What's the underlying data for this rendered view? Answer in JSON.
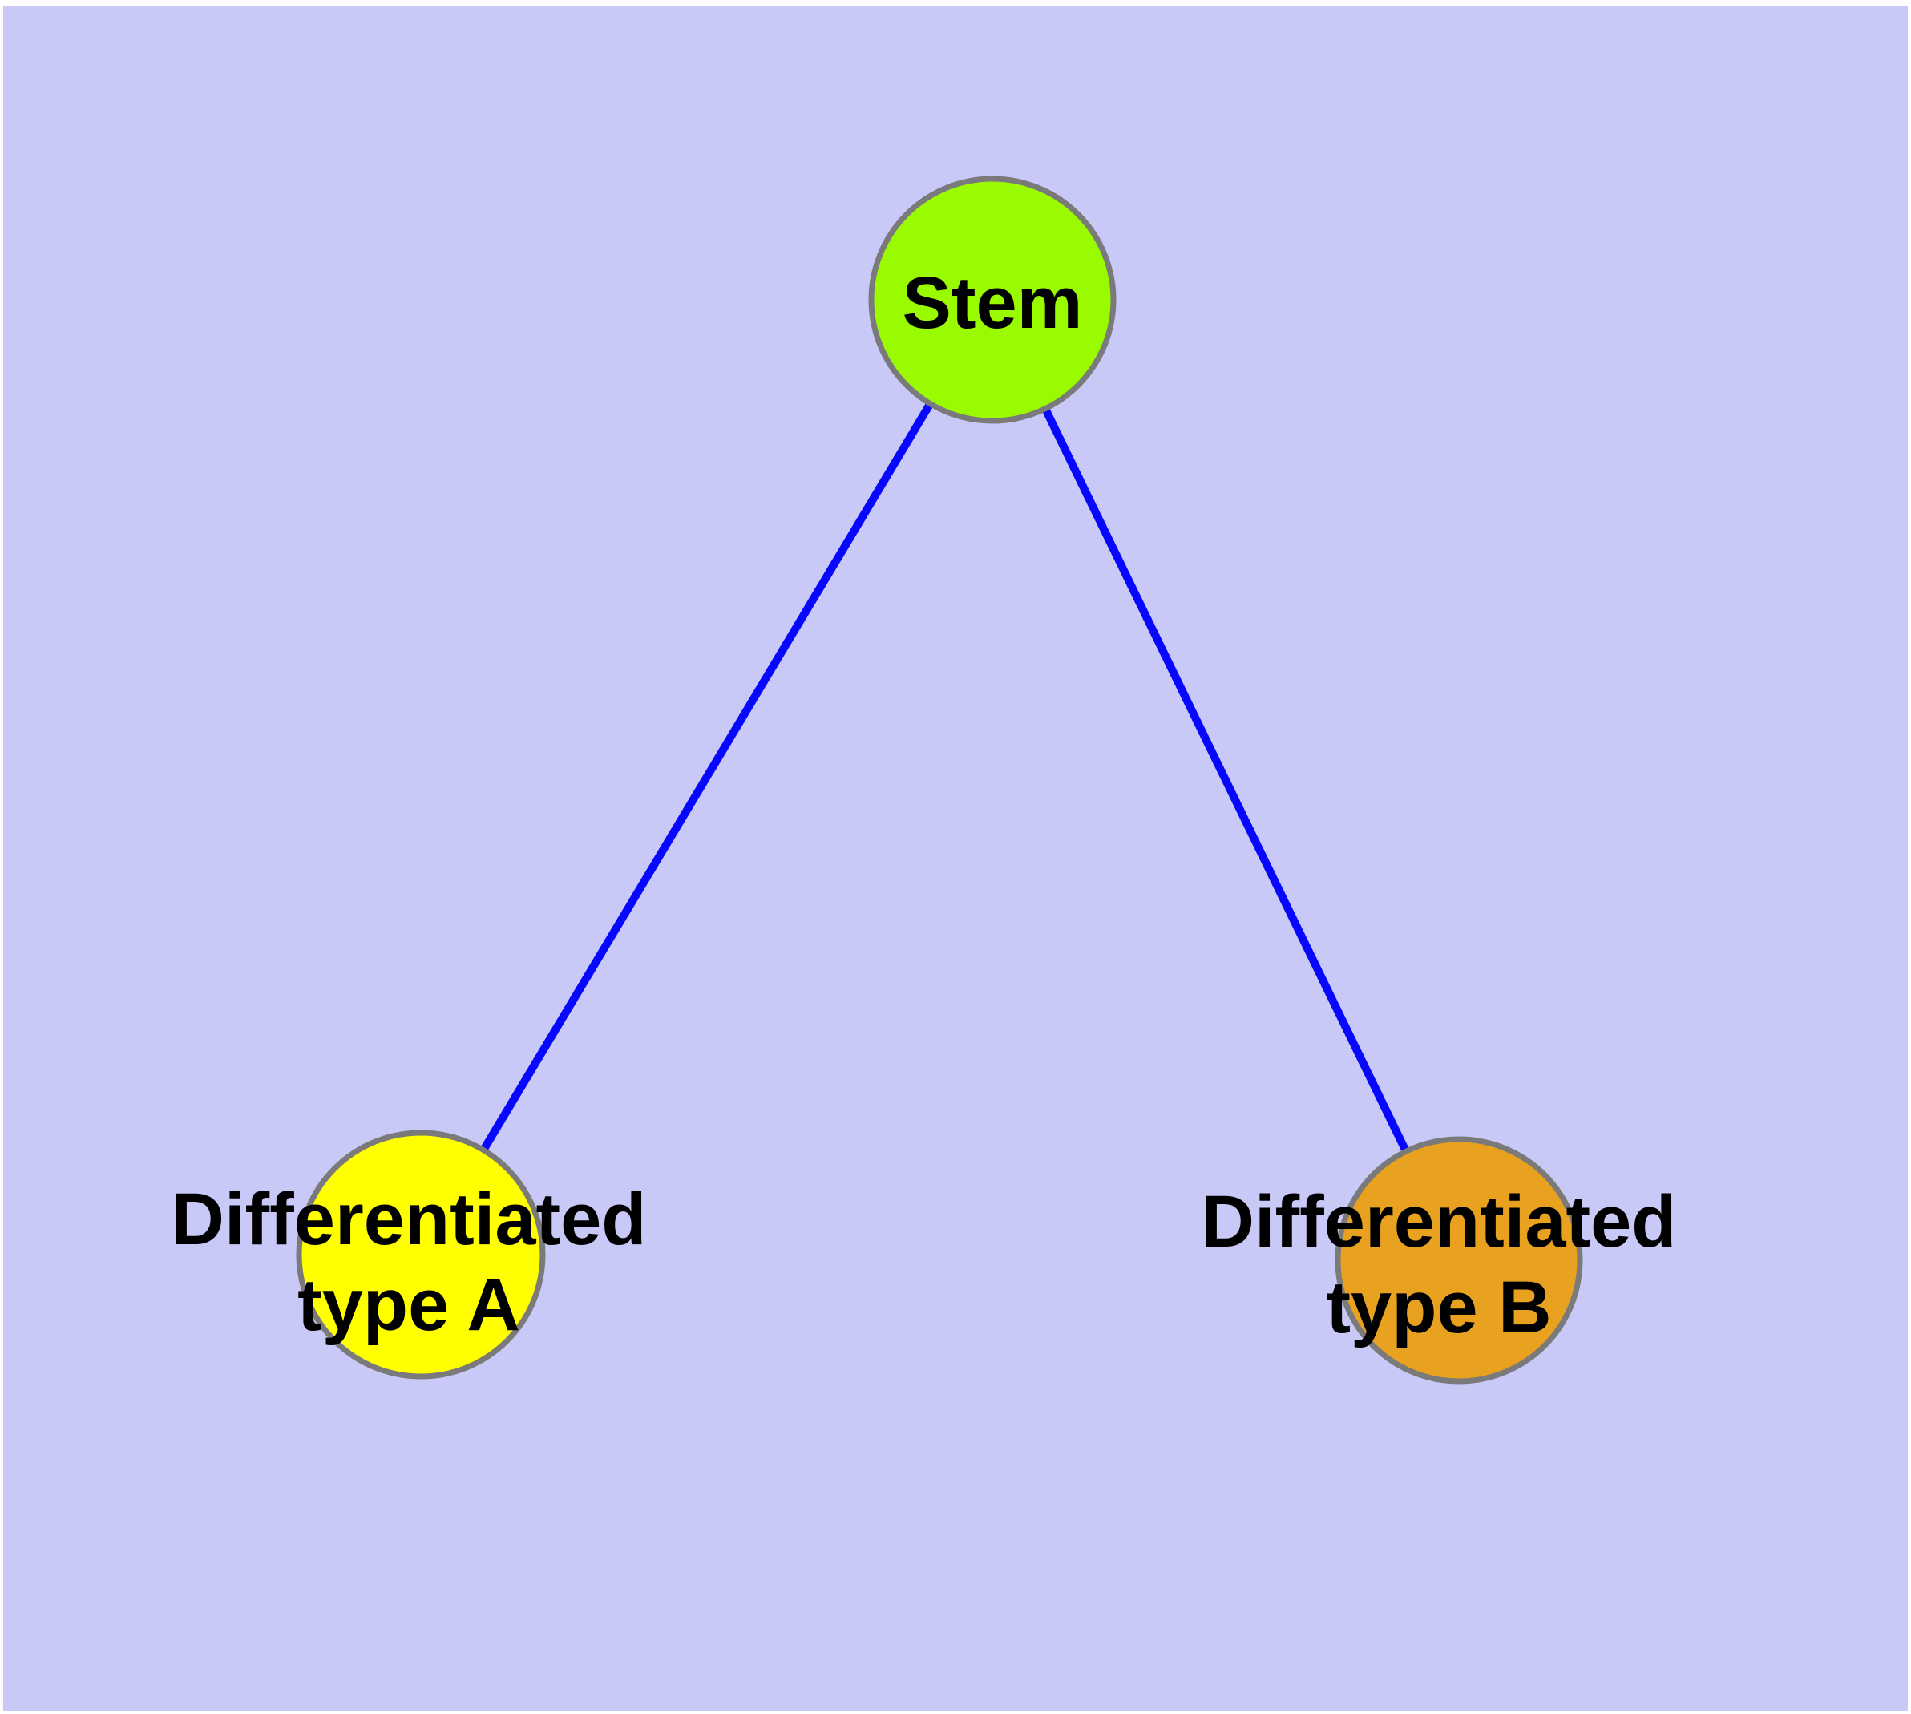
{
  "diagram": {
    "panel_color": "#C9C9F8",
    "margin_color": "#FFFFFF",
    "edge_color": "#0707FF",
    "node_border_color": "#7A7A7A",
    "label_color": "#000000",
    "nodes": {
      "stem": {
        "label": "Stem",
        "fill": "#9AFB00"
      },
      "type_a": {
        "label_line1": "Differentiated",
        "label_line2": "type A",
        "fill": "#FFFF00"
      },
      "type_b": {
        "label_line1": "Differentiated",
        "label_line2": "type B",
        "fill": "#E8A21F"
      }
    },
    "edges": [
      {
        "from": "Stem",
        "to": "Differentiated type A"
      },
      {
        "from": "Stem",
        "to": "Differentiated type B"
      }
    ]
  }
}
